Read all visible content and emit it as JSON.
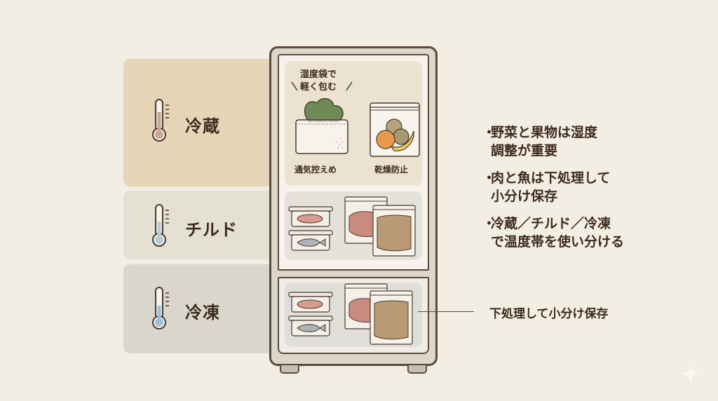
{
  "zones": [
    {
      "id": "fridge",
      "label": "冷蔵",
      "color": "#e6d4b6",
      "thermo_fill": "#caa78e",
      "fill_level": 0.55
    },
    {
      "id": "chilled",
      "label": "チルド",
      "color": "#e4e0d4",
      "thermo_fill": "#b6cdd8",
      "fill_level": 0.45
    },
    {
      "id": "freezer",
      "label": "冷凍",
      "color": "#dad6cb",
      "thermo_fill": "#9dc0de",
      "fill_level": 0.35
    }
  ],
  "fridge": {
    "top_shelf": {
      "note_line1": "湿度袋で",
      "note_line2": "軽く包む",
      "items": [
        {
          "name": "leafy-vegetables-bag",
          "caption": "通気控えめ"
        },
        {
          "name": "fruit-zipper-bag",
          "caption": "乾燥防止"
        }
      ]
    },
    "chilled_shelf": {
      "items": [
        "fish-fillet-container",
        "whole-fish-container",
        "meat-zipper-bag",
        "ground-meat-zipper-bag"
      ]
    },
    "freezer_shelf": {
      "items": [
        "fish-fillet-container",
        "whole-fish-container",
        "meat-zipper-bag",
        "ground-meat-zipper-bag"
      ]
    }
  },
  "bullets": [
    {
      "line1": "野菜と果物は湿度",
      "line2": "調整が重要"
    },
    {
      "line1": "肉と魚は下処理して",
      "line2": "小分け保存"
    },
    {
      "line1": "冷蔵／チルド／冷凍",
      "line2": "で温度帯を使い分ける"
    }
  ],
  "callout": {
    "text": "下処理して小分け保存"
  },
  "colors": {
    "background": "#f3eee3",
    "text": "#3e2a1e",
    "outline": "#5a4a3c"
  }
}
